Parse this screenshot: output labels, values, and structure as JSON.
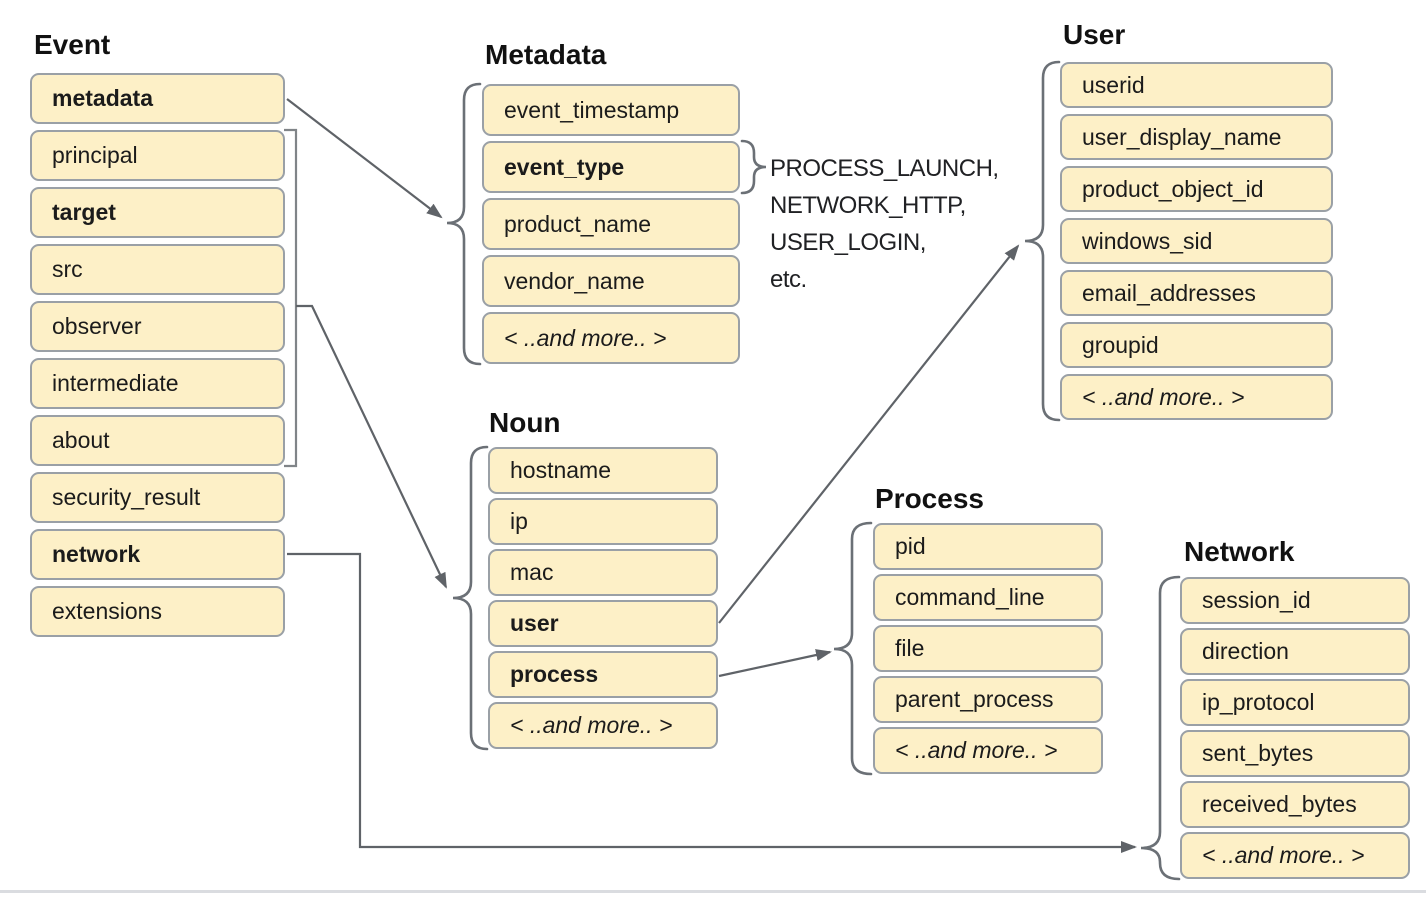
{
  "groups": {
    "event": {
      "title": "Event",
      "items": [
        {
          "label": "metadata",
          "bold": true
        },
        {
          "label": "principal"
        },
        {
          "label": "target",
          "bold": true
        },
        {
          "label": "src"
        },
        {
          "label": "observer"
        },
        {
          "label": "intermediate"
        },
        {
          "label": "about"
        },
        {
          "label": "security_result"
        },
        {
          "label": "network",
          "bold": true
        },
        {
          "label": "extensions"
        }
      ]
    },
    "metadata": {
      "title": "Metadata",
      "items": [
        {
          "label": "event_timestamp"
        },
        {
          "label": "event_type",
          "bold": true
        },
        {
          "label": "product_name"
        },
        {
          "label": "vendor_name"
        },
        {
          "label": "< ..and more.. >",
          "italic": true
        }
      ]
    },
    "noun": {
      "title": "Noun",
      "items": [
        {
          "label": "hostname"
        },
        {
          "label": "ip"
        },
        {
          "label": "mac"
        },
        {
          "label": "user",
          "bold": true
        },
        {
          "label": "process",
          "bold": true
        },
        {
          "label": "< ..and more.. >",
          "italic": true
        }
      ]
    },
    "user": {
      "title": "User",
      "items": [
        {
          "label": "userid"
        },
        {
          "label": "user_display_name"
        },
        {
          "label": "product_object_id"
        },
        {
          "label": "windows_sid"
        },
        {
          "label": "email_addresses"
        },
        {
          "label": "groupid"
        },
        {
          "label": "< ..and more.. >",
          "italic": true
        }
      ]
    },
    "process": {
      "title": "Process",
      "items": [
        {
          "label": "pid"
        },
        {
          "label": "command_line"
        },
        {
          "label": "file"
        },
        {
          "label": "parent_process"
        },
        {
          "label": "< ..and more.. >",
          "italic": true
        }
      ]
    },
    "network": {
      "title": "Network",
      "items": [
        {
          "label": "session_id"
        },
        {
          "label": "direction"
        },
        {
          "label": "ip_protocol"
        },
        {
          "label": "sent_bytes"
        },
        {
          "label": "received_bytes"
        },
        {
          "label": "< ..and more.. >",
          "italic": true
        }
      ]
    }
  },
  "event_type_annotation": {
    "lines": [
      "PROCESS_LAUNCH,",
      "NETWORK_HTTP,",
      "USER_LOGIN,",
      "etc."
    ]
  },
  "colors": {
    "box_fill": "#fdf0c7",
    "box_border": "#9aa0a6",
    "connector": "#5f6368",
    "divider": "#dadce0"
  }
}
